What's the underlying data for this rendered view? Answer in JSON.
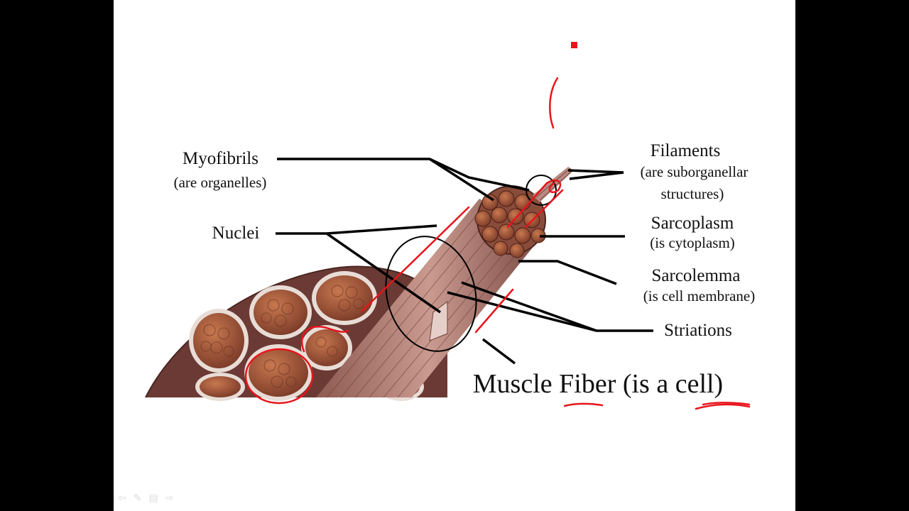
{
  "labels": {
    "myofibrils": "Myofibrils",
    "myofibrils_note": "(are organelles)",
    "nuclei": "Nuclei",
    "filaments": "Filaments",
    "filaments_note_1": "(are suborganellar",
    "filaments_note_2": "structures)",
    "sarcoplasm": "Sarcoplasm",
    "sarcoplasm_note": "(is cytoplasm)",
    "sarcolemma": "Sarcolemma",
    "sarcolemma_note": "(is cell membrane)",
    "striations": "Striations",
    "title": "Muscle Fiber (is a cell)"
  },
  "colors": {
    "annotation": "#e8141b",
    "tissue_dark": "#6b3a34",
    "tissue_fiber": "#a86a5f",
    "fascicle_fill": "#b5624a",
    "leader_line": "#000000"
  },
  "nav_icons": [
    "back-arrow-icon",
    "pen-icon",
    "menu-icon",
    "forward-arrow-icon"
  ]
}
